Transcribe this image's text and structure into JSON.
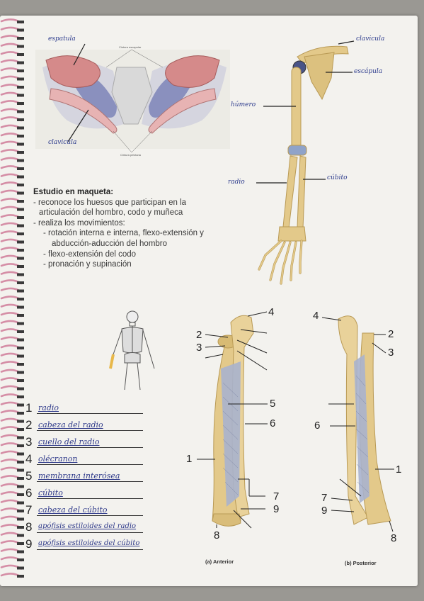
{
  "top_figure": {
    "labels": {
      "espatula": "espatula",
      "clavicula_left": "clavicula",
      "clavicula_right": "clavicula",
      "escapula": "escápula",
      "humero": "húmero",
      "radio": "radio",
      "cubito": "cúbito"
    },
    "captions": {
      "top": "Cintura escapular",
      "bottom": "Cintura pelviana"
    }
  },
  "intro": {
    "title": "Estudio en maqueta:",
    "lines": [
      "- reconoce los huesos que participan en la",
      "  articulación del hombro, codo y muñeca",
      "- realiza los movimientos:",
      "    - rotación interna e interna, flexo-extensión y",
      "      abducción-aducción del hombro",
      "    - flexo-extensión del codo",
      "    - pronación y supinación"
    ]
  },
  "answers": [
    {
      "n": "1",
      "text": "radio"
    },
    {
      "n": "2",
      "text": "cabeza del radio"
    },
    {
      "n": "3",
      "text": "cuello del radio"
    },
    {
      "n": "4",
      "text": "olécranon"
    },
    {
      "n": "5",
      "text": "membrana interósea"
    },
    {
      "n": "6",
      "text": "cúbito"
    },
    {
      "n": "7",
      "text": "cabeza del cúbito"
    },
    {
      "n": "8",
      "text": "apófisis estiloides del radio"
    },
    {
      "n": "9",
      "text": "apófisis estiloides del cúbito"
    }
  ],
  "bone_labels": {
    "anterior": [
      "4",
      "2",
      "3",
      "5",
      "6",
      "1",
      "7",
      "9",
      "8"
    ],
    "posterior": [
      "4",
      "2",
      "3",
      "6",
      "1",
      "7",
      "9",
      "8"
    ]
  },
  "views": {
    "anterior": "(a) Anterior",
    "posterior": "(b) Posterior"
  },
  "colors": {
    "bone": "#e3c98a",
    "bone_dark": "#b99a55",
    "membrane": "#a9b2cd",
    "ink": "#2b3a8c",
    "muscle": "#d69595"
  }
}
